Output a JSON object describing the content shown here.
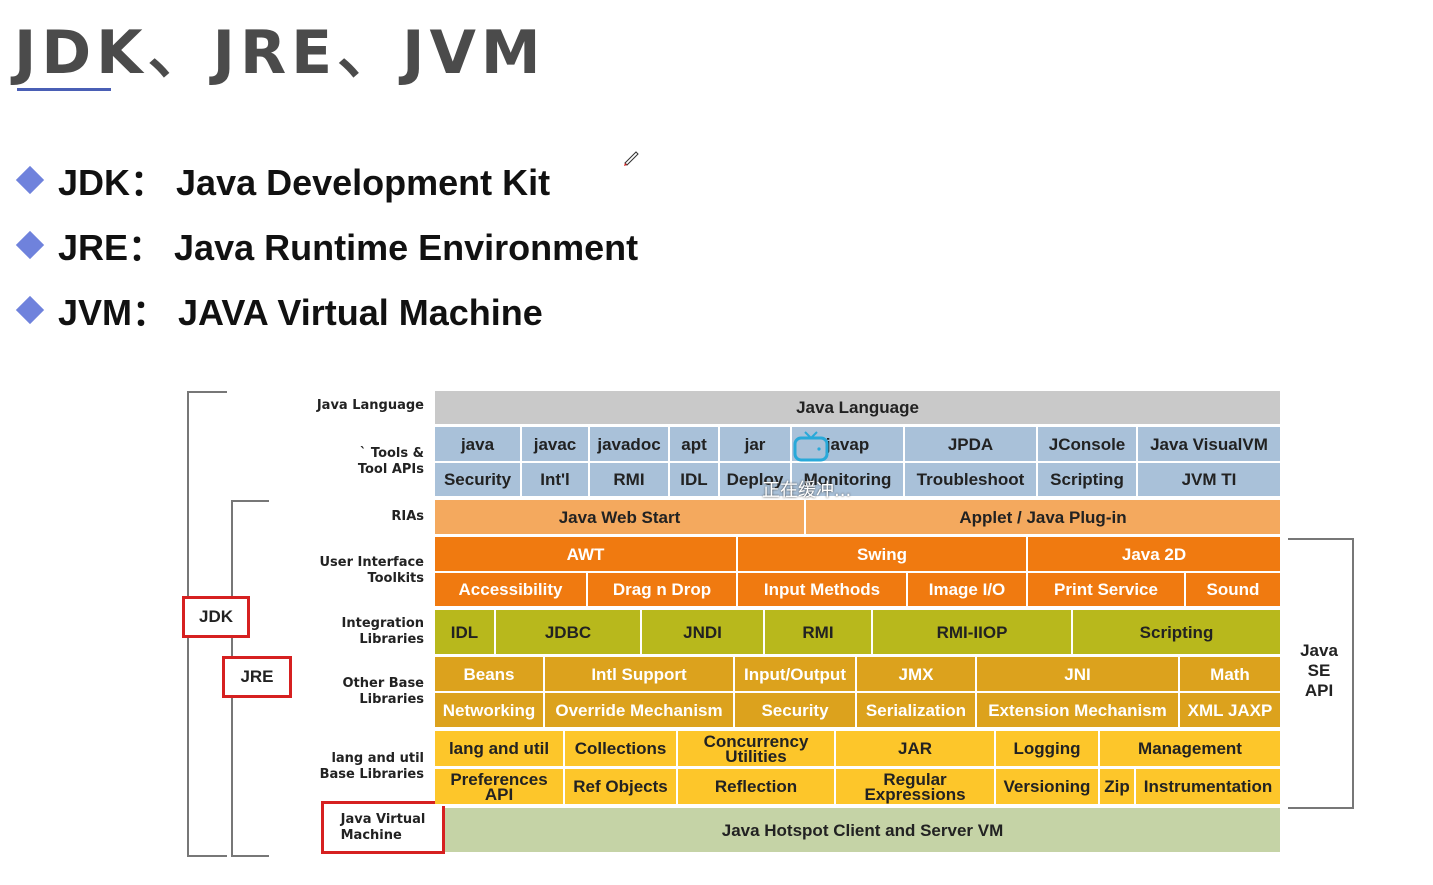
{
  "title": "JDK、JRE、JVM",
  "bullets": [
    {
      "label": "JDK：  Java Development Kit"
    },
    {
      "label": "JRE：  Java Runtime Environment"
    },
    {
      "label": "JVM：  JAVA Virtual Machine"
    }
  ],
  "overlay": {
    "buffering_text": "正在缓冲..."
  },
  "colors": {
    "gray": "#c9c9c9",
    "blue": "#a9c1d9",
    "light_orange": "#f4a95e",
    "orange": "#f07a10",
    "olive": "#b8b81c",
    "dark_gold": "#dca21d",
    "yellow": "#fdc62a",
    "green": "#c5d3a6",
    "red_box": "#d62020",
    "accent": "#6f82dc"
  },
  "diagram": {
    "row_labels": [
      {
        "label": "Java Language"
      },
      {
        "label": "` Tools &\nTool APIs"
      },
      {
        "label": "RIAs"
      },
      {
        "label": "User Interface\nToolkits"
      },
      {
        "label": "Integration\nLibraries"
      },
      {
        "label": "Other Base\nLibraries"
      },
      {
        "label": "lang and util\nBase Libraries"
      }
    ],
    "jdk_label": "JDK",
    "jre_label": "JRE",
    "jvm_label": "Java Virtual\nMachine",
    "java_se_api_label": "Java\nSE\nAPI",
    "rows": [
      {
        "color": "gray",
        "cells": [
          {
            "label": "Java Language"
          }
        ]
      },
      {
        "color": "blue",
        "cells": [
          {
            "label": "java"
          },
          {
            "label": "javac"
          },
          {
            "label": "javadoc"
          },
          {
            "label": "apt"
          },
          {
            "label": "jar"
          },
          {
            "label": "javap"
          },
          {
            "label": "JPDA"
          },
          {
            "label": "JConsole"
          },
          {
            "label": "Java VisualVM"
          }
        ]
      },
      {
        "color": "blue",
        "cells": [
          {
            "label": "Security"
          },
          {
            "label": "Int'l"
          },
          {
            "label": "RMI"
          },
          {
            "label": "IDL"
          },
          {
            "label": "Deploy"
          },
          {
            "label": "Monitoring"
          },
          {
            "label": "Troubleshoot"
          },
          {
            "label": "Scripting"
          },
          {
            "label": "JVM TI"
          }
        ]
      },
      {
        "color": "light_orange",
        "cells": [
          {
            "label": "Java Web Start"
          },
          {
            "label": "Applet / Java Plug-in"
          }
        ]
      },
      {
        "color": "orange",
        "cells": [
          {
            "label": "AWT"
          },
          {
            "label": "Swing"
          },
          {
            "label": "Java 2D"
          }
        ]
      },
      {
        "color": "orange",
        "cells": [
          {
            "label": "Accessibility"
          },
          {
            "label": "Drag n Drop"
          },
          {
            "label": "Input Methods"
          },
          {
            "label": "Image I/O"
          },
          {
            "label": "Print Service"
          },
          {
            "label": "Sound"
          }
        ]
      },
      {
        "color": "olive",
        "cells": [
          {
            "label": "IDL"
          },
          {
            "label": "JDBC"
          },
          {
            "label": "JNDI"
          },
          {
            "label": "RMI"
          },
          {
            "label": "RMI-IIOP"
          },
          {
            "label": "Scripting"
          }
        ]
      },
      {
        "color": "dark_gold",
        "cells": [
          {
            "label": "Beans"
          },
          {
            "label": "Intl Support"
          },
          {
            "label": "Input/Output"
          },
          {
            "label": "JMX"
          },
          {
            "label": "JNI"
          },
          {
            "label": "Math"
          }
        ]
      },
      {
        "color": "dark_gold",
        "cells": [
          {
            "label": "Networking"
          },
          {
            "label": "Override Mechanism"
          },
          {
            "label": "Security"
          },
          {
            "label": "Serialization"
          },
          {
            "label": "Extension Mechanism"
          },
          {
            "label": "XML JAXP"
          }
        ]
      },
      {
        "color": "yellow",
        "cells": [
          {
            "label": "lang and util"
          },
          {
            "label": "Collections"
          },
          {
            "label": "Concurrency\nUtilities"
          },
          {
            "label": "JAR"
          },
          {
            "label": "Logging"
          },
          {
            "label": "Management"
          }
        ]
      },
      {
        "color": "yellow",
        "cells": [
          {
            "label": "Preferences\nAPI"
          },
          {
            "label": "Ref Objects"
          },
          {
            "label": "Reflection"
          },
          {
            "label": "Regular\nExpressions"
          },
          {
            "label": "Versioning"
          },
          {
            "label": "Zip"
          },
          {
            "label": "Instrumentation"
          }
        ]
      },
      {
        "color": "green",
        "cells": [
          {
            "label": "Java Hotspot Client and Server VM"
          }
        ]
      }
    ]
  }
}
